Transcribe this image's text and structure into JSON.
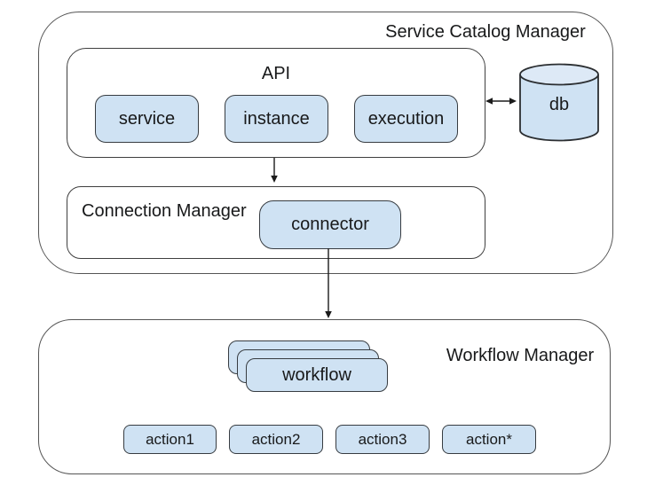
{
  "diagram": {
    "service_catalog_manager": {
      "title": "Service Catalog Manager",
      "api": {
        "title": "API",
        "nodes": [
          "service",
          "instance",
          "execution"
        ]
      },
      "db": {
        "label": "db"
      },
      "connection_manager": {
        "title": "Connection Manager",
        "connector": "connector"
      }
    },
    "workflow_manager": {
      "title": "Workflow Manager",
      "workflow": "workflow",
      "actions": [
        "action1",
        "action2",
        "action3",
        "action*"
      ]
    },
    "connections": [
      {
        "from": "API",
        "to": "db",
        "type": "bidirectional"
      },
      {
        "from": "API",
        "to": "Connection Manager",
        "type": "arrow-down"
      },
      {
        "from": "connector",
        "to": "Workflow Manager",
        "type": "arrow-down"
      }
    ],
    "colors": {
      "node_fill": "#cfe2f3",
      "db_top_fill": "#dde9f6",
      "node_border": "#373c41",
      "container_border": "#4d4d4d",
      "arrow": "#1b1b1b",
      "text": "#18191a",
      "background": "#ffffff"
    }
  }
}
